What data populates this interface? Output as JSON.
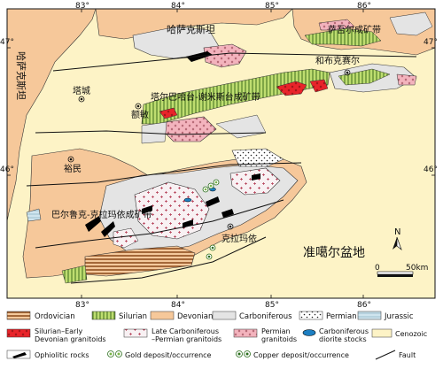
{
  "map": {
    "place_labels": {
      "kazakhstan_top": "哈萨克斯坦",
      "kazakhstan_left": "哈萨克斯坦",
      "saur_belt": "萨吾尔成矿带",
      "hoboksar": "和布克赛尔",
      "tacheng": "塔城",
      "emin": "额敏",
      "tarbahatai_belt": "塔尔巴哈台-谢米斯台成矿带",
      "yumin": "裕民",
      "barluk_belt": "巴尔鲁克-克拉玛依成矿带",
      "karamay": "克拉玛依",
      "junggar": "准噶尔盆地"
    },
    "coords": {
      "top": [
        "83°",
        "84°",
        "85°",
        "86°"
      ],
      "bottom": [
        "83°",
        "84°",
        "85°",
        "86°"
      ],
      "left": [
        "47°",
        "46°"
      ],
      "right": [
        "47°",
        "46°"
      ]
    },
    "north": "N",
    "scale": {
      "start": "0",
      "end": "50km"
    }
  },
  "legend": {
    "ordovician": "Ordovician",
    "silurian": "Silurian",
    "devonian": "Devonian",
    "carboniferous": "Carboniferous",
    "permian": "Permian",
    "jurassic": "Jurassic",
    "silurian_early_devonian_1": "Silurian–Early",
    "silurian_early_devonian_2": "Devonian granitoids",
    "late_carb_1": "Late Carboniferous",
    "late_carb_2": "–Permian granitoids",
    "permian_gran_1": "Permian",
    "permian_gran_2": "granitoids",
    "carb_diorite_1": "Carboniferous",
    "carb_diorite_2": "diorite stocks",
    "cenozoic": "Cenozoic",
    "ophiolitic": "Ophiolitic rocks",
    "gold": "Gold deposit/occurrence",
    "copper": "Copper deposit/occurrence",
    "fault": "Fault"
  },
  "colors": {
    "devonian": "#f6c89a",
    "carboniferous": "#e4e4e4",
    "cenozoic": "#fdf3c6",
    "silurian": "#b5d86a",
    "ordovician": "#b5652e",
    "permian_granitoid": "#f4b7c0",
    "early_granitoid": "#e8242a",
    "jurassic": "#c9e0ea"
  }
}
